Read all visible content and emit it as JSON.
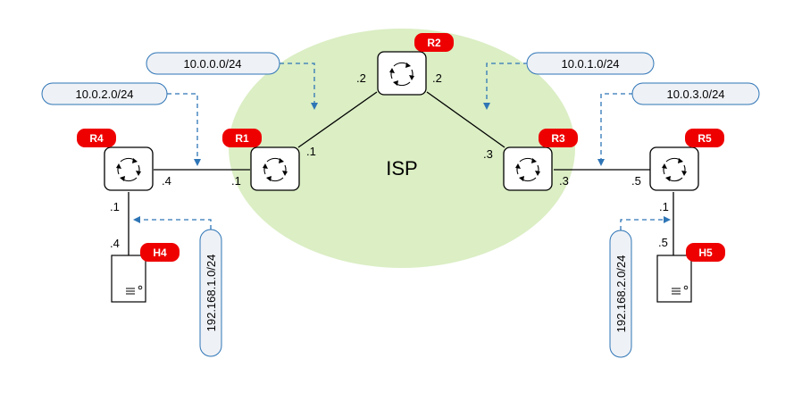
{
  "cloud": {
    "label": "ISP",
    "fill": "#dbeec4"
  },
  "colors": {
    "tag": "#ee0000",
    "arrow": "#2e75b6",
    "pill_border": "#2e75b6",
    "pill_fill": "#eef1f6"
  },
  "routers": {
    "r1": {
      "name": "R1",
      "icon": "router-icon"
    },
    "r2": {
      "name": "R2",
      "icon": "router-icon"
    },
    "r3": {
      "name": "R3",
      "icon": "router-icon"
    },
    "r4": {
      "name": "R4",
      "icon": "router-icon"
    },
    "r5": {
      "name": "R5",
      "icon": "router-icon"
    }
  },
  "hosts": {
    "h4": {
      "name": "H4",
      "icon": "server-icon"
    },
    "h5": {
      "name": "H5",
      "icon": "server-icon"
    }
  },
  "subnets": {
    "r1_r2": "10.0.0.0/24",
    "r2_r3": "10.0.1.0/24",
    "r4_r1": "10.0.2.0/24",
    "r3_r5": "10.0.3.0/24",
    "r4_h4": "192.168.1.0/24",
    "r5_h5": "192.168.2.0/24"
  },
  "interfaces": {
    "r1_to_r2": ".1",
    "r2_to_r1": ".2",
    "r2_to_r3": ".2",
    "r3_to_r2": ".3",
    "r4_to_r1": ".4",
    "r1_to_r4": ".1",
    "r3_to_r5": ".3",
    "r5_to_r3": ".5",
    "r4_to_h4": ".1",
    "h4_to_r4": ".4",
    "r5_to_h5": ".1",
    "h5_to_r5": ".5"
  }
}
